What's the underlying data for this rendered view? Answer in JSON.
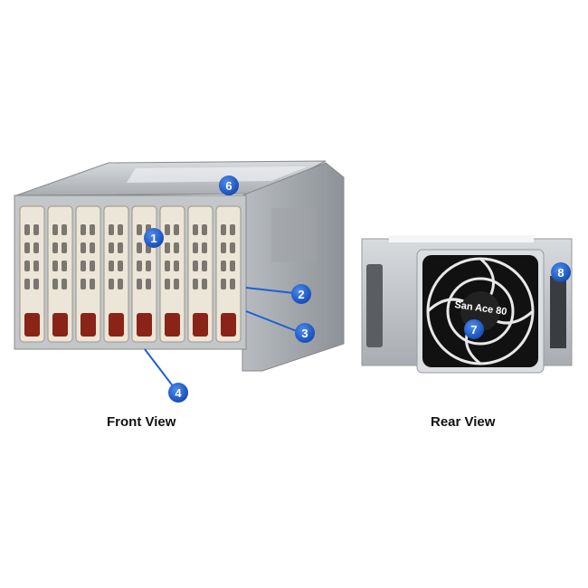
{
  "captions": {
    "front": "Front View",
    "rear": "Rear View"
  },
  "callouts": [
    {
      "label": "1"
    },
    {
      "label": "2"
    },
    {
      "label": "3"
    },
    {
      "label": "4"
    },
    {
      "label": "6"
    },
    {
      "label": "7"
    },
    {
      "label": "8"
    }
  ],
  "fan_brand": "San Ace 80",
  "colors": {
    "callout": "#1d5fd6",
    "handle": "#8a2418",
    "tray": "#ece6d8"
  }
}
